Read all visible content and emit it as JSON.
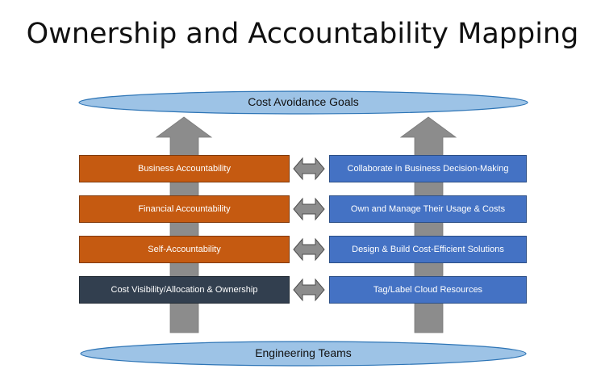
{
  "title": "Ownership and Accountability Mapping",
  "top_goal": "Cost Avoidance Goals",
  "bottom_base": "Engineering Teams",
  "colors": {
    "orange": "#c55a11",
    "dark": "#323f4f",
    "blue": "#4472c4",
    "ellipse_fill": "#9dc3e6",
    "ellipse_stroke": "#2e75b6",
    "arrow_gray": "#8c8c8c"
  },
  "rows": [
    {
      "left": "Business Accountability",
      "right": "Collaborate in Business Decision-Making",
      "left_color": "orange"
    },
    {
      "left": "Financial Accountability",
      "right": "Own and Manage Their Usage & Costs",
      "left_color": "orange"
    },
    {
      "left": "Self-Accountability",
      "right": "Design & Build Cost-Efficient Solutions",
      "left_color": "orange"
    },
    {
      "left": "Cost Visibility/Allocation & Ownership",
      "right": "Tag/Label Cloud Resources",
      "left_color": "dark"
    }
  ]
}
